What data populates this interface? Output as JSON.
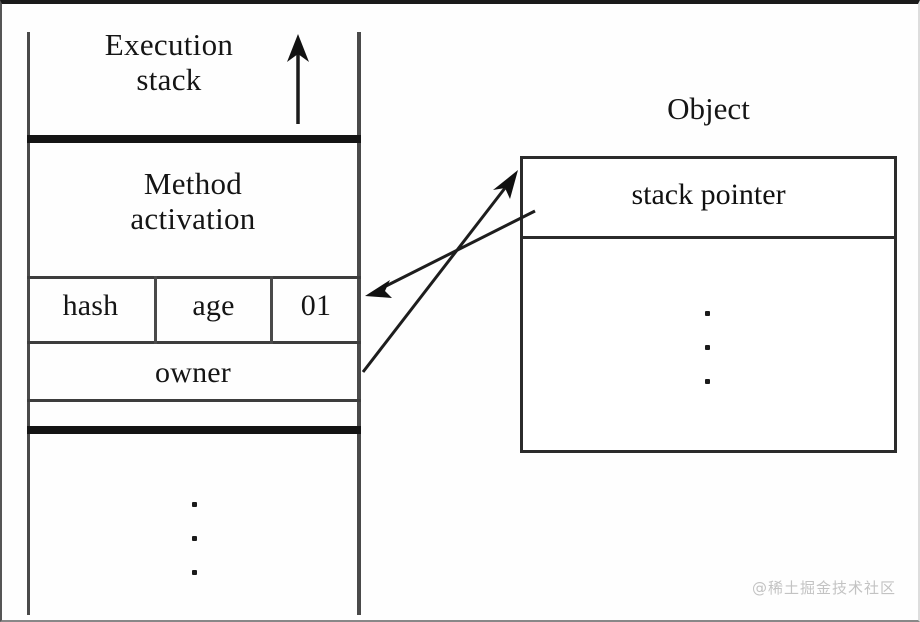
{
  "diagram": {
    "title_left": "Execution stack",
    "title_right": "Object",
    "watermark": "@稀土掘金技术社区",
    "colors": {
      "ink": "#151515",
      "rule": "#3d3d3d",
      "thick_rule": "#141414",
      "background": "#fefefe",
      "watermark": "#c3c3c3"
    }
  },
  "execution_stack": {
    "label_line1": "Execution",
    "label_line2": "stack",
    "growth_arrow": "up-arrow-icon",
    "frame": {
      "title_line1": "Method",
      "title_line2": "activation",
      "header_fields": [
        {
          "name": "hash",
          "label": "hash"
        },
        {
          "name": "age",
          "label": "age"
        },
        {
          "name": "lock-bits",
          "label": "01"
        }
      ],
      "owner_row": "owner",
      "spacer_row": ""
    },
    "continuation": "vertical-ellipsis-icon",
    "continuation_dots": 3
  },
  "object": {
    "title": "Object",
    "rows": [
      {
        "name": "stack-pointer",
        "label": "stack pointer"
      }
    ],
    "body": "vertical-ellipsis-icon",
    "body_dots": 3
  },
  "arrows": [
    {
      "name": "object-to-stack-lockword",
      "from": "object.stack-pointer",
      "to": "execution_stack.frame.lock-bits",
      "direction": "leftward"
    },
    {
      "name": "stack-owner-to-object",
      "from": "execution_stack.frame.owner",
      "to": "object.stack-pointer",
      "direction": "rightward"
    }
  ]
}
